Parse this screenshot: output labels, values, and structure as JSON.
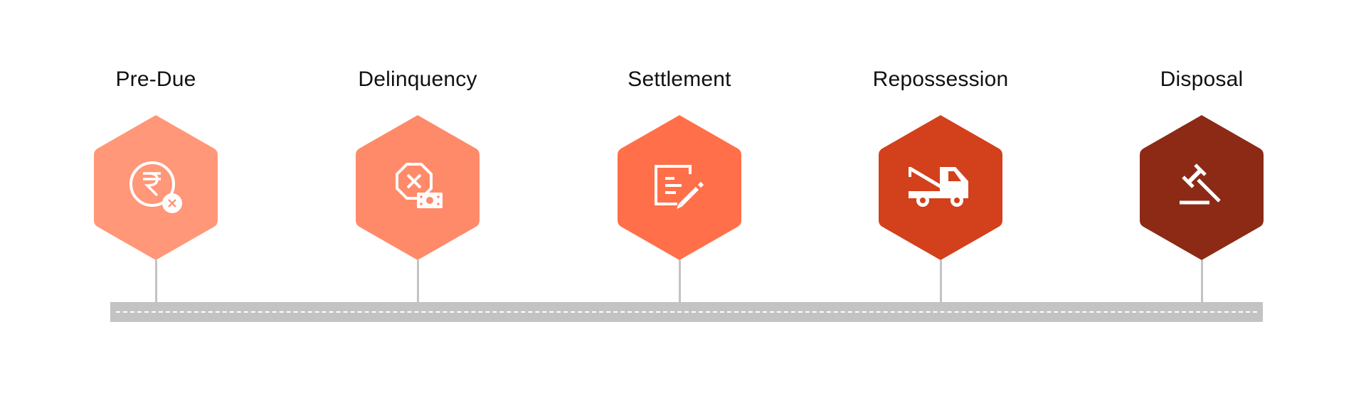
{
  "stages": [
    {
      "label": "Pre-Due",
      "color": "#FF9778",
      "icon": "rupee-cancel-icon"
    },
    {
      "label": "Delinquency",
      "color": "#FF8A6A",
      "icon": "stop-money-icon"
    },
    {
      "label": "Settlement",
      "color": "#FF6F4A",
      "icon": "document-edit-icon"
    },
    {
      "label": "Repossession",
      "color": "#D3401C",
      "icon": "tow-truck-icon"
    },
    {
      "label": "Disposal",
      "color": "#8C2A15",
      "icon": "gavel-icon"
    }
  ],
  "road_color": "#C3C3C3"
}
